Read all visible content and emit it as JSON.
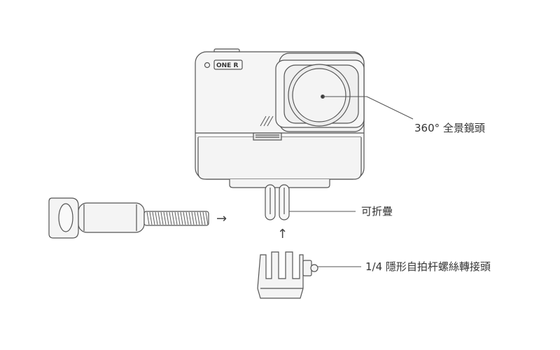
{
  "diagram": {
    "brand_logo": "ONE R",
    "labels": {
      "lens": "360° 全景鏡頭",
      "foldable": "可折疊",
      "adapter": "1/4 隱形自拍杆螺絲轉接頭"
    },
    "arrows": {
      "right": "→",
      "up": "↑"
    }
  },
  "colors": {
    "outline": "#555555",
    "fill": "#f4f4f4",
    "lens_fill": "#ececec",
    "text": "#333333"
  }
}
